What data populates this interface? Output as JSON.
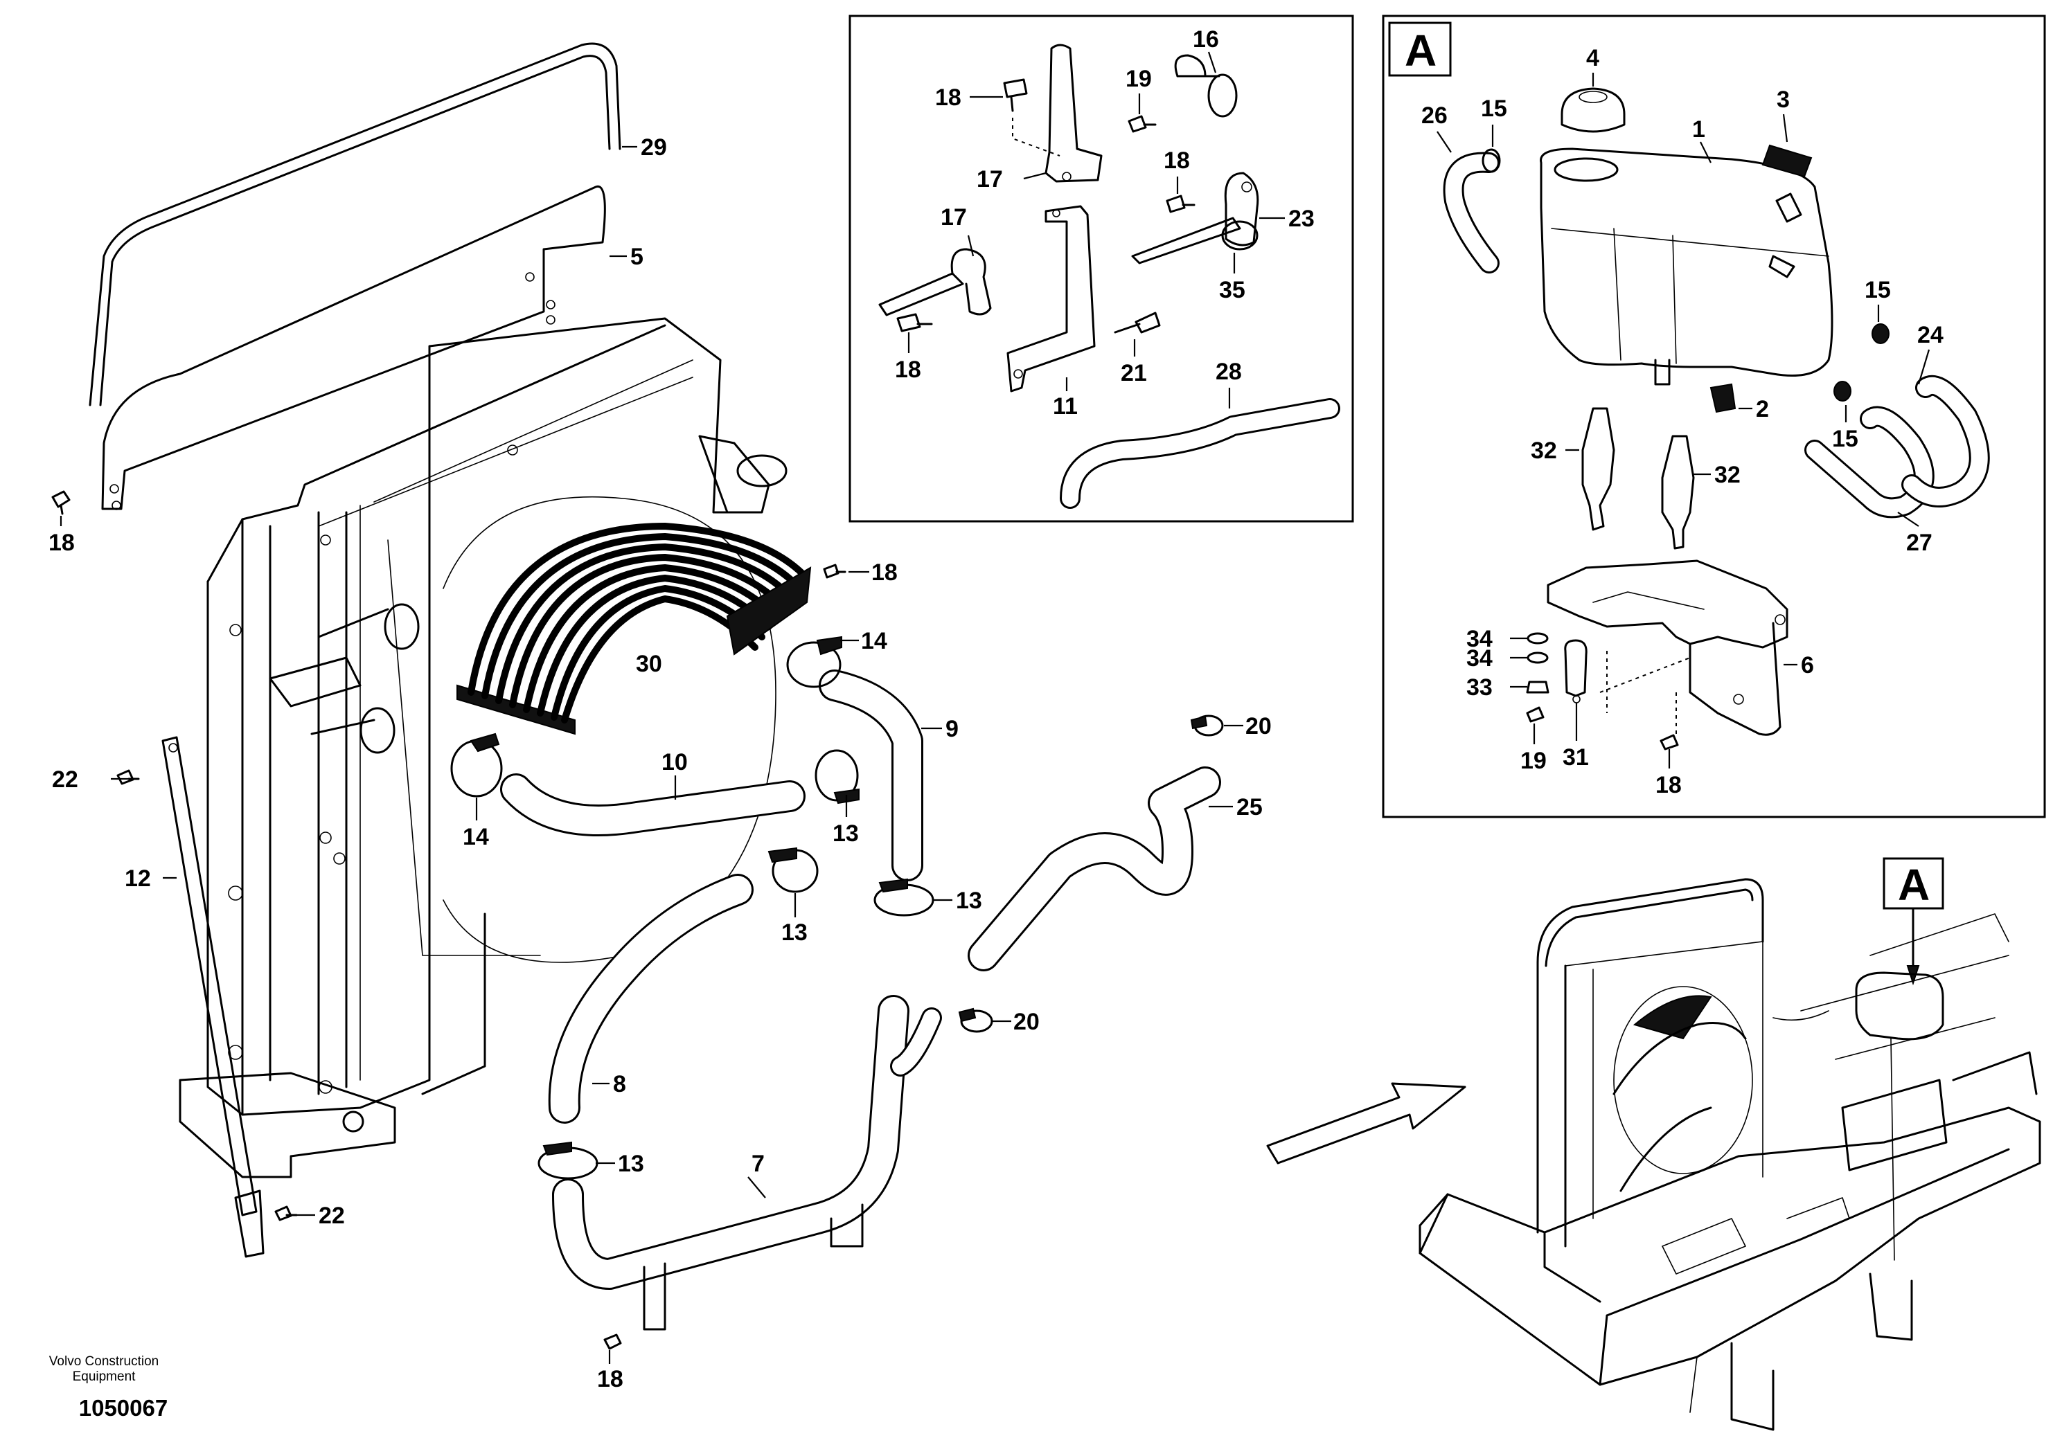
{
  "diagram": {
    "detail_marker": "A",
    "footer": {
      "brand_line1": "Volvo Construction",
      "brand_line2": "Equipment",
      "doc_number": "1050067"
    },
    "labels": {
      "l29": "29",
      "l5": "5",
      "l18a": "18",
      "l18b": "18",
      "l30": "30",
      "l14a": "14",
      "l14b": "14",
      "l9": "9",
      "l10": "10",
      "l13a": "13",
      "l13b": "13",
      "l13c": "13",
      "l13d": "13",
      "l12": "12",
      "l22a": "22",
      "l22b": "22",
      "l8": "8",
      "l7": "7",
      "l18c": "18",
      "l20a": "20",
      "l20b": "20",
      "l25": "25",
      "p18a": "18",
      "p17a": "17",
      "p17b": "17",
      "p18b": "18",
      "p11": "11",
      "p16": "16",
      "p19": "19",
      "p18c": "18",
      "p23": "23",
      "p35": "35",
      "p21": "21",
      "p28": "28",
      "a4": "4",
      "a3": "3",
      "a26": "26",
      "a15a": "15",
      "a1": "1",
      "a15b": "15",
      "a24": "24",
      "a15c": "15",
      "a2": "2",
      "a32a": "32",
      "a32b": "32",
      "a27": "27",
      "a34a": "34",
      "a34b": "34",
      "a33": "33",
      "a6": "6",
      "a19": "19",
      "a31": "31",
      "a18": "18"
    }
  }
}
